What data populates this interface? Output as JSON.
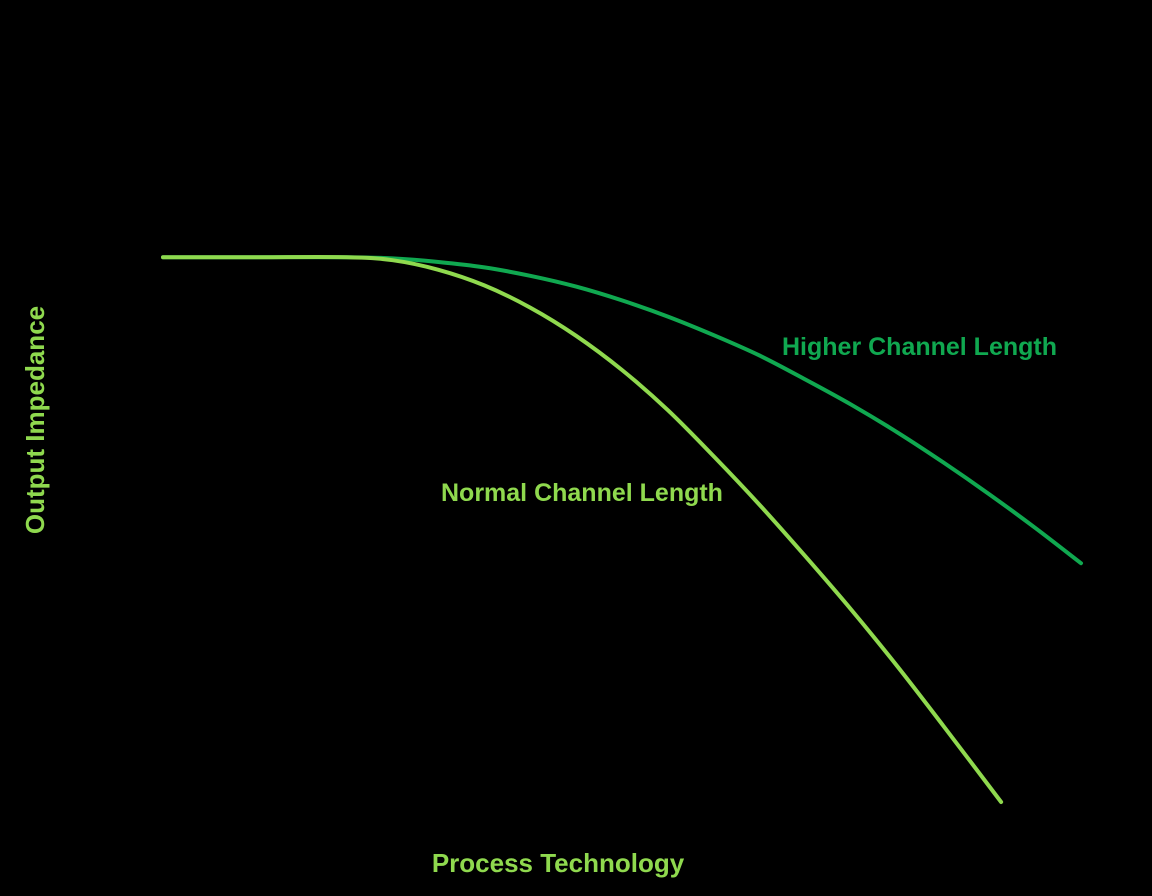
{
  "chart_data": {
    "type": "line",
    "title": "",
    "xlabel": "Process Technology",
    "ylabel": "Output Impedance",
    "xlim": [
      0,
      100
    ],
    "ylim": [
      0,
      100
    ],
    "grid": false,
    "legend": "none",
    "series": [
      {
        "name": "Higher Channel Length",
        "color": "#10a850",
        "x": [
          0,
          10,
          20,
          25,
          30,
          35,
          40,
          45,
          50,
          55,
          60,
          65,
          70,
          75,
          80,
          85,
          90,
          95,
          100
        ],
        "y": [
          88.8,
          88.8,
          88.8,
          88.6,
          88.0,
          87.1,
          85.7,
          83.9,
          81.6,
          78.9,
          75.8,
          72.4,
          68.4,
          64.2,
          59.6,
          54.6,
          49.3,
          43.7,
          37.8
        ]
      },
      {
        "name": "Normal Channel Length",
        "color": "#8fd94e",
        "x": [
          0,
          10,
          20,
          25,
          30,
          35,
          40,
          45,
          50,
          55,
          60,
          65,
          70,
          75,
          80,
          85,
          91.3
        ],
        "y": [
          88.8,
          88.8,
          88.8,
          88.3,
          86.7,
          84.1,
          80.4,
          75.7,
          70.0,
          63.3,
          55.6,
          47.5,
          38.9,
          30.0,
          20.6,
          10.7,
          -2.0
        ]
      }
    ]
  }
}
